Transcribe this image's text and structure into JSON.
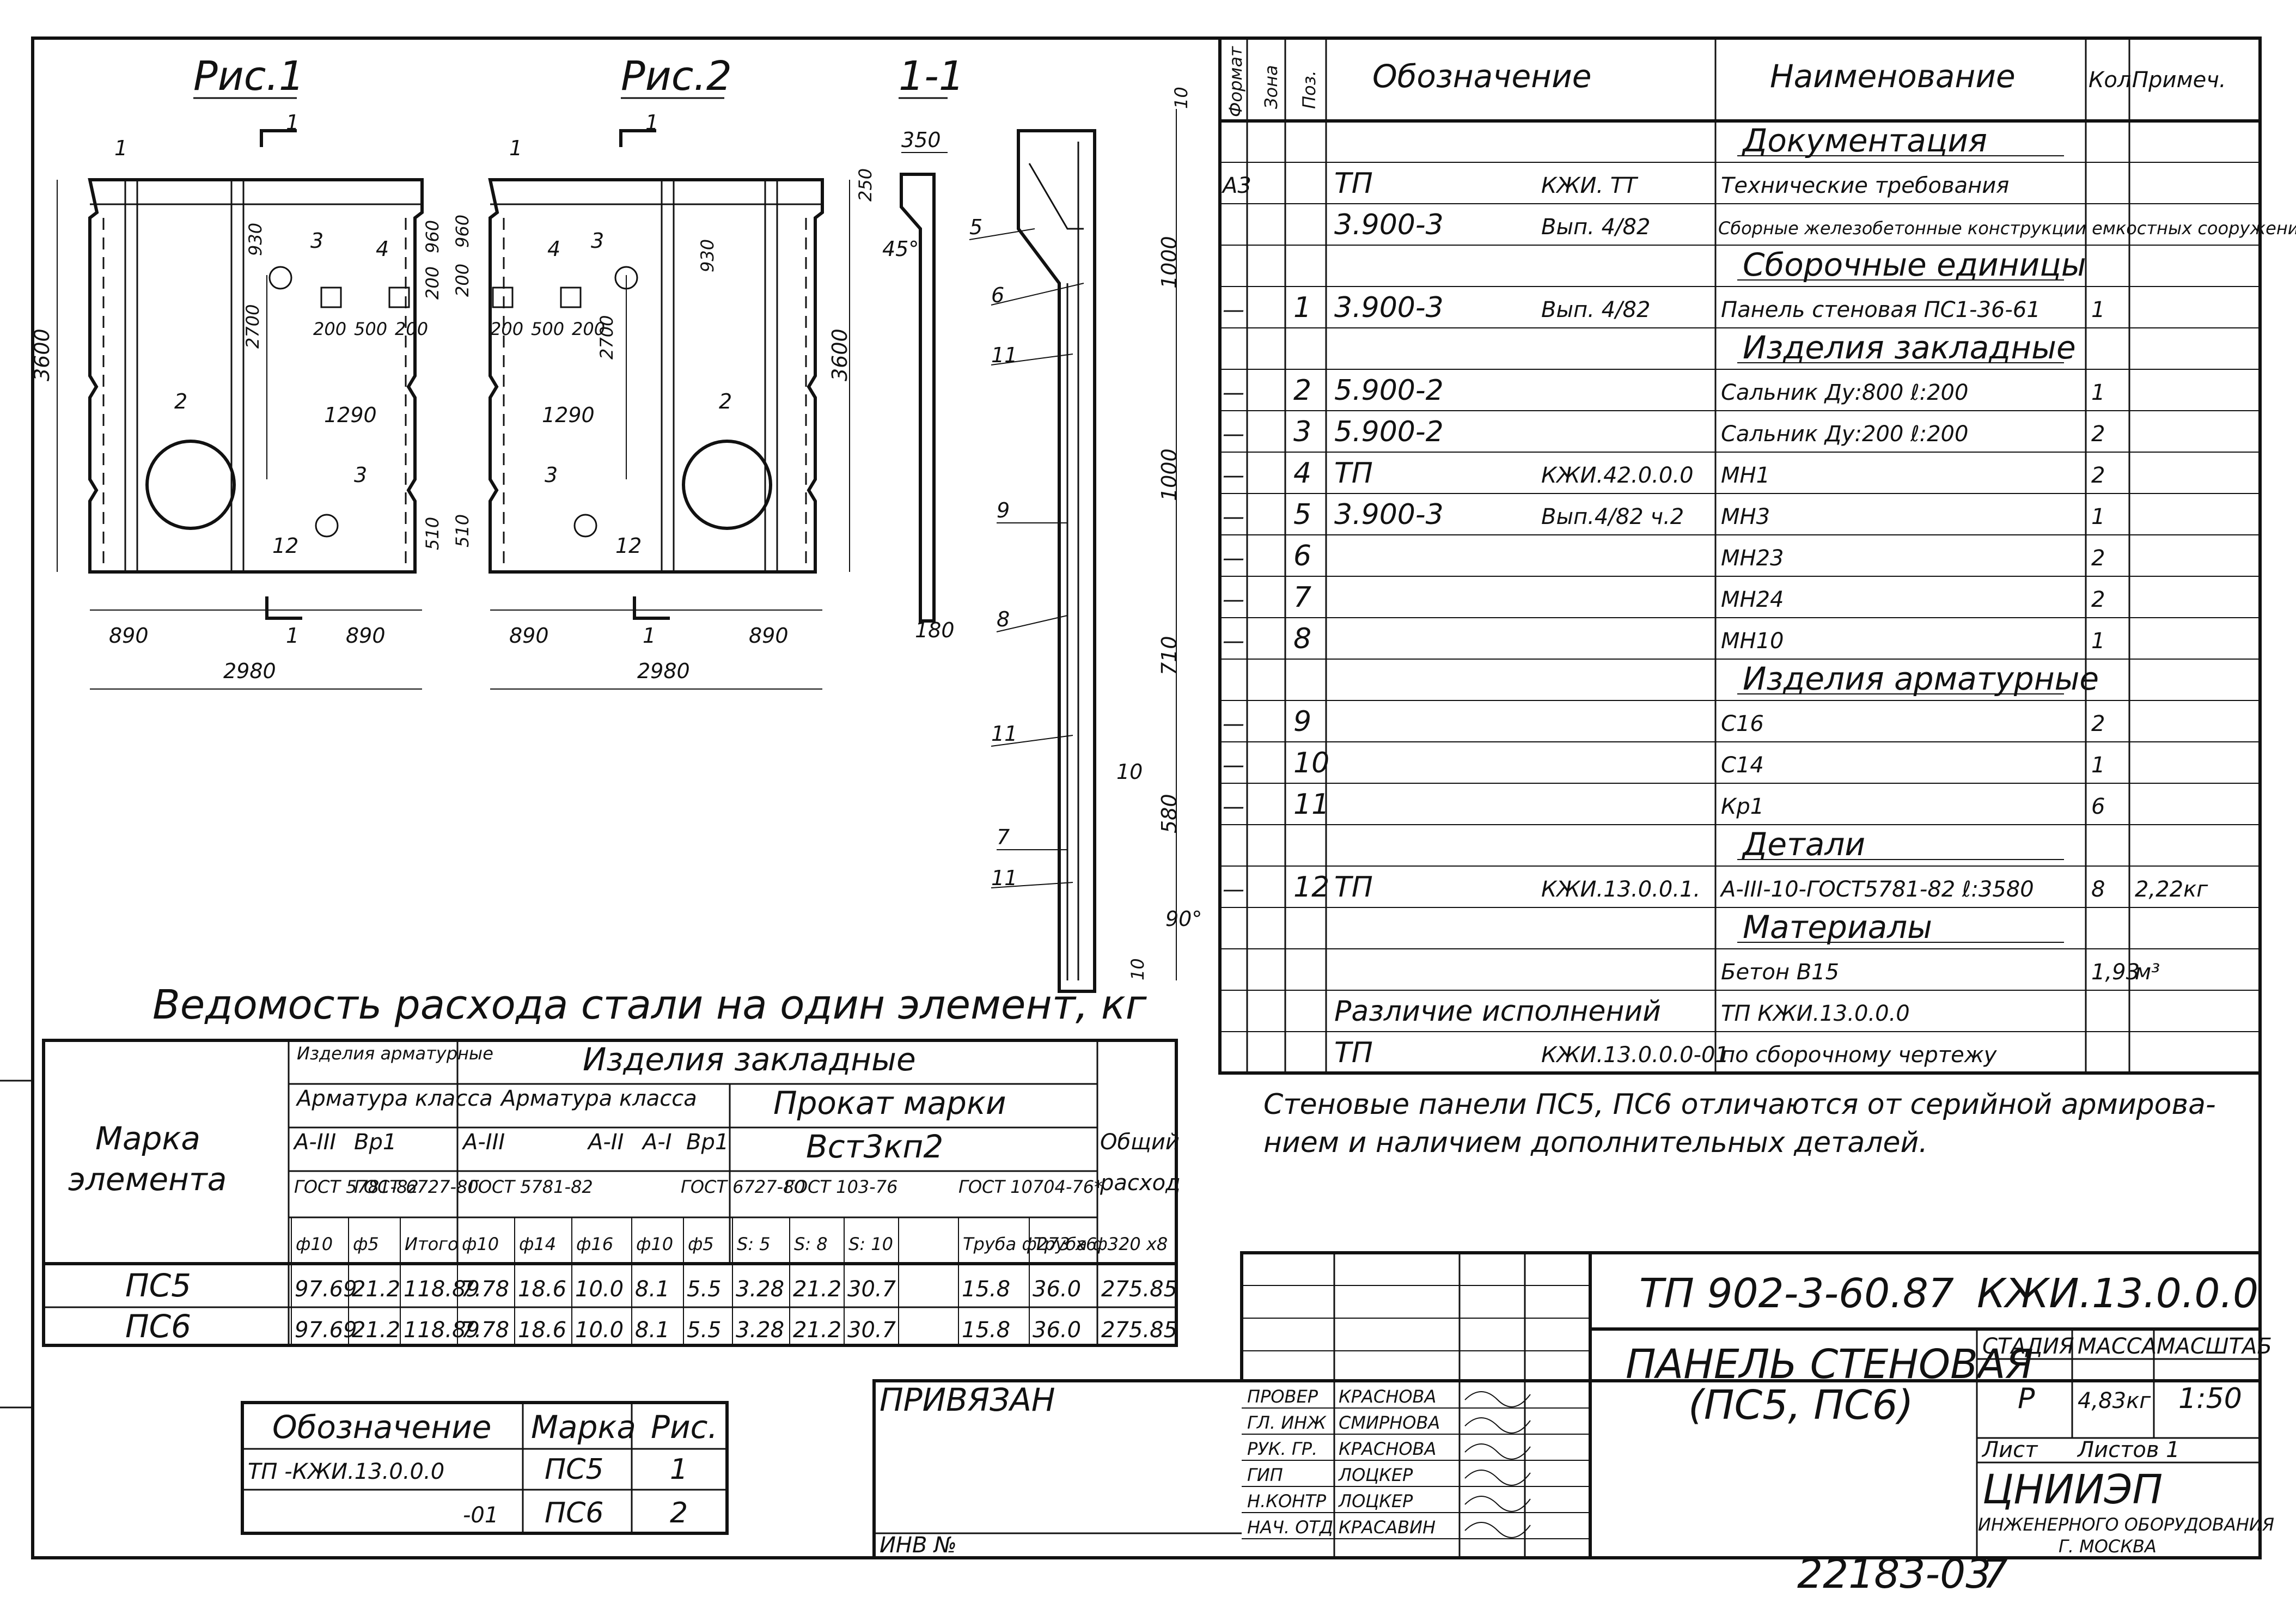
{
  "figures": {
    "fig1_title": "Рис.1",
    "fig2_title": "Рис.2",
    "section_title": "1-1",
    "section_mark": "1",
    "dims": {
      "overall_width": "2980",
      "overall_height": "3600",
      "side_offset": "890",
      "hole_row": "1290",
      "top_930": "930",
      "top_960": "960",
      "h_200": "200",
      "h_2700": "2700",
      "h_510": "510",
      "spacing_200_500_200": [
        "200",
        "500",
        "200"
      ],
      "sec_350": "350",
      "sec_250": "250",
      "sec_45": "45°",
      "sec_180": "180",
      "sec_10_top": "10",
      "sec_1000_a": "1000",
      "sec_1000_b": "1000",
      "sec_710": "710",
      "sec_580": "580",
      "sec_10_bottom": "10",
      "sec_90": "90°"
    },
    "fig1_pos_labels": [
      "1",
      "2",
      "3",
      "3",
      "4",
      "12"
    ],
    "section_pos_labels": [
      "5",
      "6",
      "11",
      "9",
      "8",
      "11",
      "10",
      "7",
      "11"
    ]
  },
  "spec_table": {
    "headers": [
      "Формат",
      "Зона",
      "Поз.",
      "Обозначение",
      "Наименование",
      "Кол.",
      "Примеч."
    ],
    "rows": [
      {
        "fmt": "",
        "zone": "",
        "pos": "",
        "doc1": "",
        "doc2": "",
        "name": "Документация",
        "qty": "",
        "note": "",
        "section": true
      },
      {
        "fmt": "А3",
        "zone": "",
        "pos": "",
        "doc1": "ТП",
        "doc2": "КЖИ. ТТ",
        "name": "Технические требования",
        "qty": "",
        "note": ""
      },
      {
        "fmt": "",
        "zone": "",
        "pos": "",
        "doc1": "3.900-3",
        "doc2": "Вып. 4/82",
        "name": "Сборные железобетонные конструкции емкостных сооружений для водоснаб-жения и канализации",
        "qty": "",
        "note": "",
        "multi": true
      },
      {
        "fmt": "",
        "zone": "",
        "pos": "",
        "doc1": "",
        "doc2": "",
        "name": "Сборочные единицы",
        "qty": "",
        "note": "",
        "section": true
      },
      {
        "fmt": "—",
        "zone": "",
        "pos": "1",
        "doc1": "3.900-3",
        "doc2": "Вып. 4/82",
        "name": "Панель стеновая ПС1-36-61",
        "qty": "1",
        "note": ""
      },
      {
        "fmt": "",
        "zone": "",
        "pos": "",
        "doc1": "",
        "doc2": "",
        "name": "Изделия закладные",
        "qty": "",
        "note": "",
        "section": true
      },
      {
        "fmt": "—",
        "zone": "",
        "pos": "2",
        "doc1": "5.900-2",
        "doc2": "",
        "name": "Сальник Ду:800 ℓ:200",
        "qty": "1",
        "note": ""
      },
      {
        "fmt": "—",
        "zone": "",
        "pos": "3",
        "doc1": "5.900-2",
        "doc2": "",
        "name": "Сальник Ду:200 ℓ:200",
        "qty": "2",
        "note": ""
      },
      {
        "fmt": "—",
        "zone": "",
        "pos": "4",
        "doc1": "ТП",
        "doc2": "КЖИ.42.0.0.0",
        "name": "МН1",
        "qty": "2",
        "note": ""
      },
      {
        "fmt": "—",
        "zone": "",
        "pos": "5",
        "doc1": "3.900-3",
        "doc2": "Вып.4/82 ч.2",
        "name": "МН3",
        "qty": "1",
        "note": ""
      },
      {
        "fmt": "—",
        "zone": "",
        "pos": "6",
        "doc1": "",
        "doc2": "",
        "name": "МН23",
        "qty": "2",
        "note": ""
      },
      {
        "fmt": "—",
        "zone": "",
        "pos": "7",
        "doc1": "",
        "doc2": "",
        "name": "МН24",
        "qty": "2",
        "note": ""
      },
      {
        "fmt": "—",
        "zone": "",
        "pos": "8",
        "doc1": "",
        "doc2": "",
        "name": "МН10",
        "qty": "1",
        "note": ""
      },
      {
        "fmt": "",
        "zone": "",
        "pos": "",
        "doc1": "",
        "doc2": "",
        "name": "Изделия арматурные",
        "qty": "",
        "note": "",
        "section": true
      },
      {
        "fmt": "—",
        "zone": "",
        "pos": "9",
        "doc1": "",
        "doc2": "",
        "name": "С16",
        "qty": "2",
        "note": ""
      },
      {
        "fmt": "—",
        "zone": "",
        "pos": "10",
        "doc1": "",
        "doc2": "",
        "name": "С14",
        "qty": "1",
        "note": ""
      },
      {
        "fmt": "—",
        "zone": "",
        "pos": "11",
        "doc1": "",
        "doc2": "",
        "name": "Кр1",
        "qty": "6",
        "note": ""
      },
      {
        "fmt": "",
        "zone": "",
        "pos": "",
        "doc1": "",
        "doc2": "",
        "name": "Детали",
        "qty": "",
        "note": "",
        "section": true
      },
      {
        "fmt": "—",
        "zone": "",
        "pos": "12",
        "doc1": "ТП",
        "doc2": "КЖИ.13.0.0.1.",
        "name": "А-III-10-ГОСТ5781-82 ℓ:3580",
        "qty": "8",
        "note": "2,22кг"
      },
      {
        "fmt": "",
        "zone": "",
        "pos": "",
        "doc1": "",
        "doc2": "",
        "name": "Материалы",
        "qty": "",
        "note": "",
        "section": true
      },
      {
        "fmt": "",
        "zone": "",
        "pos": "",
        "doc1": "",
        "doc2": "",
        "name": "Бетон В15",
        "qty": "1,93",
        "note": "м³"
      },
      {
        "fmt": "",
        "zone": "",
        "pos": "",
        "doc1": "Различие исполнений",
        "doc2": "",
        "name": "ТП            КЖИ.13.0.0.0",
        "qty": "",
        "note": ""
      },
      {
        "fmt": "",
        "zone": "",
        "pos": "",
        "doc1": "ТП",
        "doc2": "КЖИ.13.0.0.0-01",
        "name": "по сборочному чертежу",
        "qty": "",
        "note": ""
      }
    ]
  },
  "note_text": [
    "Стеновые панели ПС5, ПС6 отличаются от серийной армирова-",
    "нием и наличием дополнительных деталей."
  ],
  "steel_table": {
    "title": "Ведомость расхода стали на один элемент, кг",
    "col_mark": [
      "Марка",
      "элемента"
    ],
    "group_reinf": "Изделия арматурные",
    "group_embed": "Изделия закладные",
    "sub_reinf_class": "Арматура класса",
    "sub_embed_class": "Арматура класса",
    "sub_rolled": "Прокат марки",
    "rolled_grade": "Вст3кп2",
    "total": [
      "Общий",
      "расход"
    ],
    "classes": [
      "А-III",
      "Вр1",
      "А-III",
      "А-II",
      "А-I",
      "Вр1"
    ],
    "gosts": [
      "ГОСТ 5781-82",
      "ГОСТ 6727-80",
      "ГОСТ 5781-82",
      "ГОСТ 6727-80",
      "ГОСТ 103-76",
      "ГОСТ 10704-76*"
    ],
    "cols": [
      "ф10",
      "ф5",
      "Итого",
      "ф10",
      "ф14",
      "ф16",
      "ф10",
      "ф5",
      "S: 5",
      "S: 8",
      "S: 10",
      "",
      "Труба ф273 х6",
      "Труба ф320 х8"
    ],
    "rows": [
      {
        "mark": "ПС5",
        "values": [
          "97.69",
          "21.2",
          "118.89",
          "7.78",
          "18.6",
          "10.0",
          "8.1",
          "5.5",
          "3.28",
          "21.2",
          "30.7",
          "",
          "15.8",
          "36.0"
        ],
        "total": "275.85"
      },
      {
        "mark": "ПС6",
        "values": [
          "97.69",
          "21.2",
          "118.89",
          "7.78",
          "18.6",
          "10.0",
          "8.1",
          "5.5",
          "3.28",
          "21.2",
          "30.7",
          "",
          "15.8",
          "36.0"
        ],
        "total": "275.85"
      }
    ]
  },
  "variants_table": {
    "headers": [
      "Обозначение",
      "Марка",
      "Рис."
    ],
    "rows": [
      {
        "code": "ТП      -КЖИ.13.0.0.0",
        "mark": "ПС5",
        "fig": "1"
      },
      {
        "code": "-01",
        "mark": "ПС6",
        "fig": "2"
      }
    ]
  },
  "title_block": {
    "privyazan": "ПРИВЯЗАН",
    "inv": "ИНВ №",
    "code": "ТП 902-3-60.87",
    "designation": "КЖИ.13.0.0.0",
    "name": [
      "ПАНЕЛЬ СТЕНОВАЯ",
      "(ПС5, ПС6)"
    ],
    "stage_label": "СТАДИЯ",
    "mass_label": "МАССА",
    "scale_label": "МАСШТАБ",
    "stage": "Р",
    "mass": "4,83кг",
    "scale": "1:50",
    "sheet_label": "Лист",
    "sheets_label": "Листов 1",
    "org": [
      "ЦНИИЭП",
      "ИНЖЕНЕРНОГО ОБОРУДОВАНИЯ",
      "Г. МОСКВА"
    ],
    "signers": [
      {
        "role": "ПРОВЕР",
        "name": "КРАСНОВА"
      },
      {
        "role": "ГЛ. ИНЖ",
        "name": "СМИРНОВА"
      },
      {
        "role": "РУК. ГР.",
        "name": "КРАСНОВА"
      },
      {
        "role": "ГИП",
        "name": "ЛОЦКЕР"
      },
      {
        "role": "Н.КОНТР",
        "name": "ЛОЦКЕР"
      },
      {
        "role": "НАЧ. ОТД",
        "name": "КРАСАВИН"
      }
    ],
    "stamp": "22183-03",
    "sheet_no": "7"
  },
  "colors": {
    "ink": "#111111",
    "paper": "#ffffff"
  }
}
